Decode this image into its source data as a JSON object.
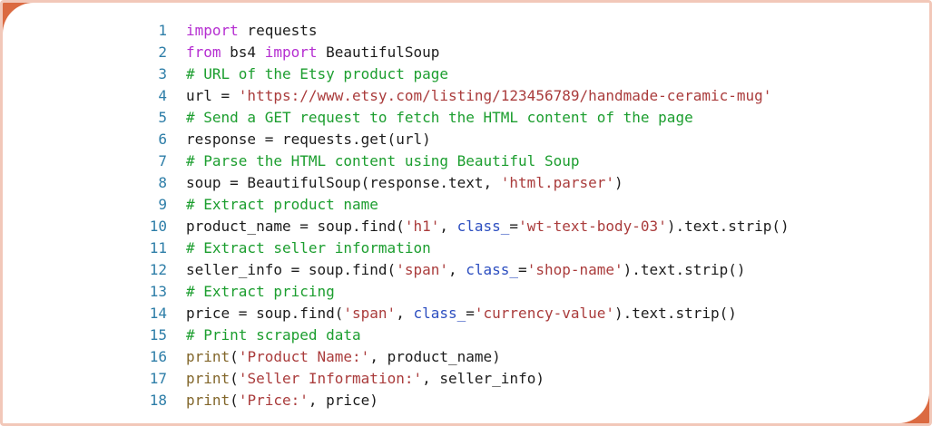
{
  "frame": {
    "border_color": "#f2c8b9",
    "corner_accent_color": "#db6a41",
    "background_color": "#ffffff"
  },
  "editor": {
    "language": "python",
    "line_number_color": "#2e7ea8",
    "token_colors": {
      "plain": "#1c1c1c",
      "keyword": "#b52ed1",
      "comment": "#1c9e2f",
      "string": "#aa3c3c",
      "builtin": "#82662a",
      "param": "#2c4ec0"
    },
    "lines": [
      {
        "number": "1",
        "tokens": [
          {
            "c": "keyword",
            "t": "import"
          },
          {
            "c": "plain",
            "t": " requests"
          }
        ]
      },
      {
        "number": "2",
        "tokens": [
          {
            "c": "keyword",
            "t": "from"
          },
          {
            "c": "plain",
            "t": " bs4 "
          },
          {
            "c": "keyword",
            "t": "import"
          },
          {
            "c": "plain",
            "t": " BeautifulSoup"
          }
        ]
      },
      {
        "number": "3",
        "tokens": [
          {
            "c": "comment",
            "t": "# URL of the Etsy product page"
          }
        ]
      },
      {
        "number": "4",
        "tokens": [
          {
            "c": "plain",
            "t": "url = "
          },
          {
            "c": "string",
            "t": "'https://www.etsy.com/listing/123456789/handmade-ceramic-mug'"
          }
        ]
      },
      {
        "number": "5",
        "tokens": [
          {
            "c": "comment",
            "t": "# Send a GET request to fetch the HTML content of the page"
          }
        ]
      },
      {
        "number": "6",
        "tokens": [
          {
            "c": "plain",
            "t": "response = requests.get(url)"
          }
        ]
      },
      {
        "number": "7",
        "tokens": [
          {
            "c": "comment",
            "t": "# Parse the HTML content using Beautiful Soup"
          }
        ]
      },
      {
        "number": "8",
        "tokens": [
          {
            "c": "plain",
            "t": "soup = BeautifulSoup(response.text, "
          },
          {
            "c": "string",
            "t": "'html.parser'"
          },
          {
            "c": "plain",
            "t": ")"
          }
        ]
      },
      {
        "number": "9",
        "tokens": [
          {
            "c": "comment",
            "t": "# Extract product name"
          }
        ]
      },
      {
        "number": "10",
        "tokens": [
          {
            "c": "plain",
            "t": "product_name = soup.find("
          },
          {
            "c": "string",
            "t": "'h1'"
          },
          {
            "c": "plain",
            "t": ", "
          },
          {
            "c": "param",
            "t": "class_"
          },
          {
            "c": "plain",
            "t": "="
          },
          {
            "c": "string",
            "t": "'wt-text-body-03'"
          },
          {
            "c": "plain",
            "t": ").text.strip()"
          }
        ]
      },
      {
        "number": "11",
        "tokens": [
          {
            "c": "comment",
            "t": "# Extract seller information"
          }
        ]
      },
      {
        "number": "12",
        "tokens": [
          {
            "c": "plain",
            "t": "seller_info = soup.find("
          },
          {
            "c": "string",
            "t": "'span'"
          },
          {
            "c": "plain",
            "t": ", "
          },
          {
            "c": "param",
            "t": "class_"
          },
          {
            "c": "plain",
            "t": "="
          },
          {
            "c": "string",
            "t": "'shop-name'"
          },
          {
            "c": "plain",
            "t": ").text.strip()"
          }
        ]
      },
      {
        "number": "13",
        "tokens": [
          {
            "c": "comment",
            "t": "# Extract pricing"
          }
        ]
      },
      {
        "number": "14",
        "tokens": [
          {
            "c": "plain",
            "t": "price = soup.find("
          },
          {
            "c": "string",
            "t": "'span'"
          },
          {
            "c": "plain",
            "t": ", "
          },
          {
            "c": "param",
            "t": "class_"
          },
          {
            "c": "plain",
            "t": "="
          },
          {
            "c": "string",
            "t": "'currency-value'"
          },
          {
            "c": "plain",
            "t": ").text.strip()"
          }
        ]
      },
      {
        "number": "15",
        "tokens": [
          {
            "c": "comment",
            "t": "# Print scraped data"
          }
        ]
      },
      {
        "number": "16",
        "tokens": [
          {
            "c": "builtin",
            "t": "print"
          },
          {
            "c": "plain",
            "t": "("
          },
          {
            "c": "string",
            "t": "'Product Name:'"
          },
          {
            "c": "plain",
            "t": ", product_name)"
          }
        ]
      },
      {
        "number": "17",
        "tokens": [
          {
            "c": "builtin",
            "t": "print"
          },
          {
            "c": "plain",
            "t": "("
          },
          {
            "c": "string",
            "t": "'Seller Information:'"
          },
          {
            "c": "plain",
            "t": ", seller_info)"
          }
        ]
      },
      {
        "number": "18",
        "tokens": [
          {
            "c": "builtin",
            "t": "print"
          },
          {
            "c": "plain",
            "t": "("
          },
          {
            "c": "string",
            "t": "'Price:'"
          },
          {
            "c": "plain",
            "t": ", price)"
          }
        ]
      }
    ]
  }
}
